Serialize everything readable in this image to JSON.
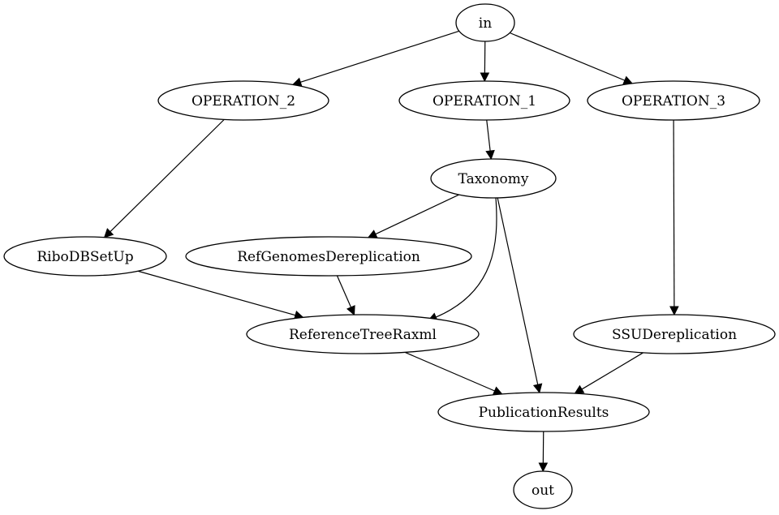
{
  "diagram": {
    "nodes": [
      {
        "id": "in",
        "label": "in"
      },
      {
        "id": "op2",
        "label": "OPERATION_2"
      },
      {
        "id": "op1",
        "label": "OPERATION_1"
      },
      {
        "id": "op3",
        "label": "OPERATION_3"
      },
      {
        "id": "taxonomy",
        "label": "Taxonomy"
      },
      {
        "id": "ribodb",
        "label": "RiboDBSetUp"
      },
      {
        "id": "refgen",
        "label": "RefGenomesDereplication"
      },
      {
        "id": "reftree",
        "label": "ReferenceTreeRaxml"
      },
      {
        "id": "ssuderep",
        "label": "SSUDereplication"
      },
      {
        "id": "pubres",
        "label": "PublicationResults"
      },
      {
        "id": "out",
        "label": "out"
      }
    ],
    "edges": [
      {
        "from": "in",
        "to": "op2"
      },
      {
        "from": "in",
        "to": "op1"
      },
      {
        "from": "in",
        "to": "op3"
      },
      {
        "from": "op2",
        "to": "ribodb"
      },
      {
        "from": "op1",
        "to": "taxonomy"
      },
      {
        "from": "op3",
        "to": "ssuderep"
      },
      {
        "from": "taxonomy",
        "to": "refgen"
      },
      {
        "from": "taxonomy",
        "to": "reftree"
      },
      {
        "from": "taxonomy",
        "to": "pubres"
      },
      {
        "from": "ribodb",
        "to": "reftree"
      },
      {
        "from": "refgen",
        "to": "reftree"
      },
      {
        "from": "reftree",
        "to": "pubres"
      },
      {
        "from": "ssuderep",
        "to": "pubres"
      },
      {
        "from": "pubres",
        "to": "out"
      }
    ]
  }
}
